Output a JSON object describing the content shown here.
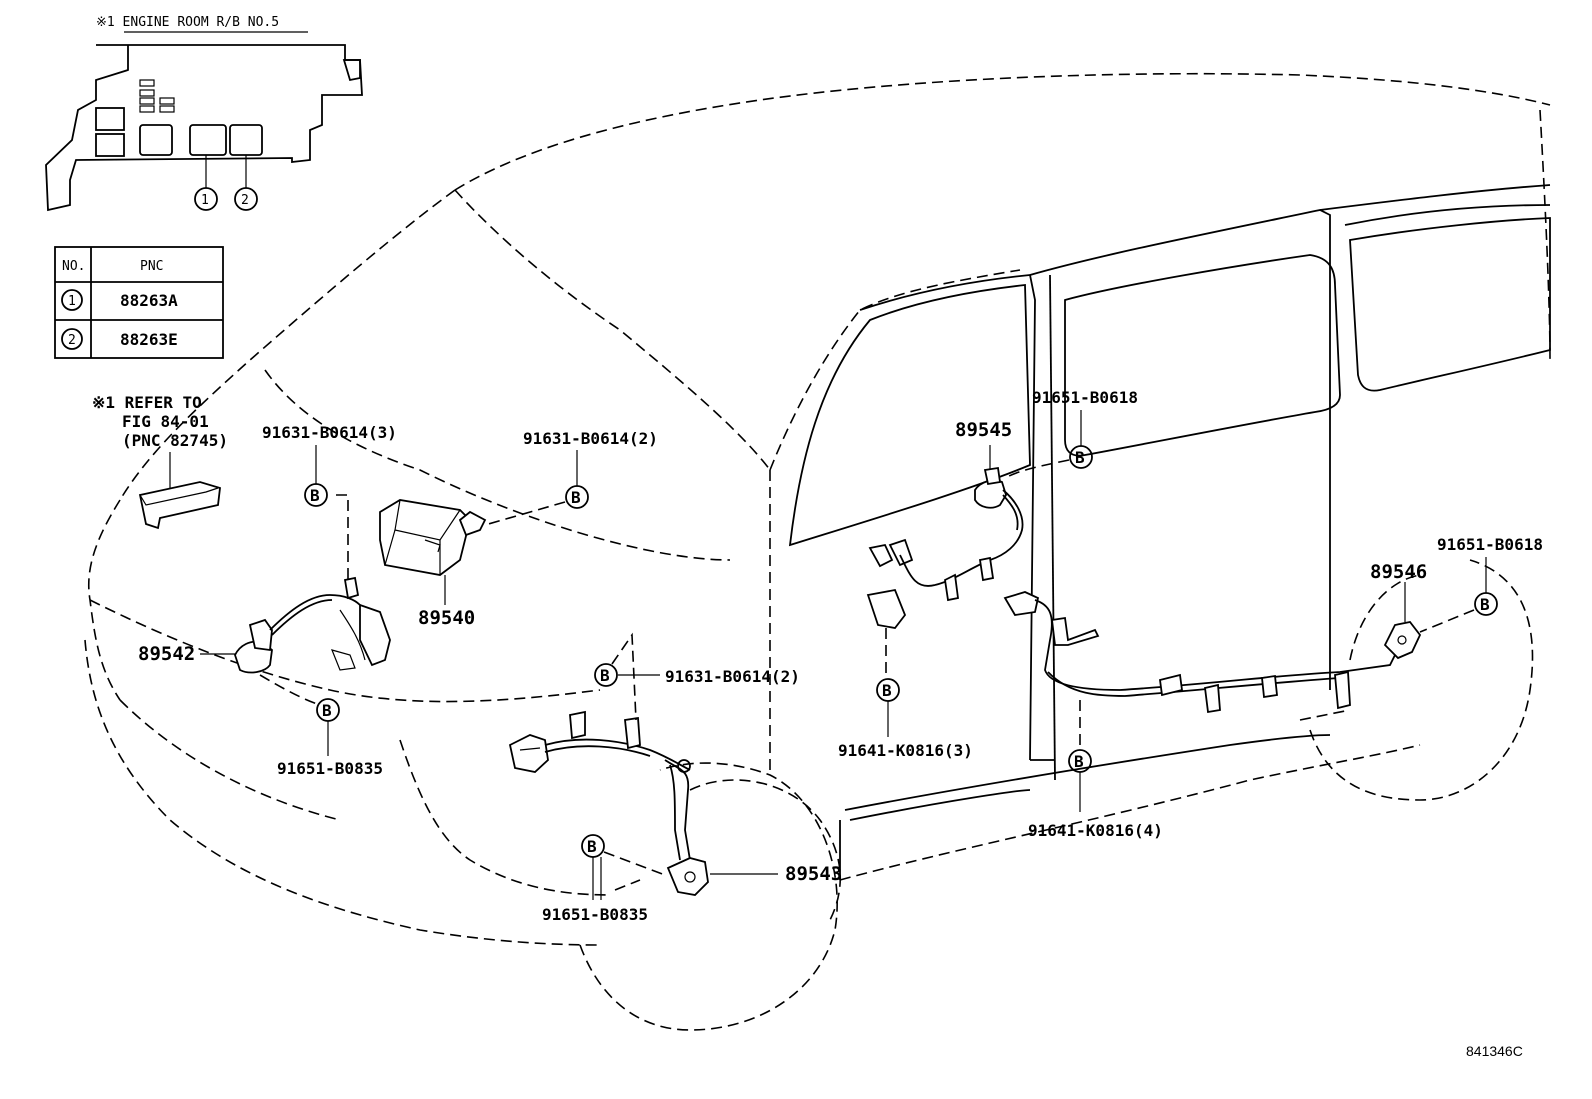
{
  "relay_box_title": "※1 ENGINE ROOM R/B NO.5",
  "table": {
    "headers": [
      "NO.",
      "PNC"
    ],
    "rows": [
      {
        "no": "1",
        "pnc": "88263A"
      },
      {
        "no": "2",
        "pnc": "88263E"
      }
    ]
  },
  "refer_note": {
    "line1": "※1 REFER TO",
    "line2": "FIG 84-01",
    "line3": "(PNC 82745)"
  },
  "bolt_symbol": "B",
  "callouts": {
    "p91631_3": "91631-B0614(3)",
    "p91631_2_top": "91631-B0614(2)",
    "p91631_2_mid": "91631-B0614(2)",
    "p91651_b0835_left": "91651-B0835",
    "p91651_b0835_center": "91651-B0835",
    "p91651_b0618_top": "91651-B0618",
    "p91651_b0618_right": "91651-B0618",
    "p91641_3": "91641-K0816(3)",
    "p91641_4": "91641-K0816(4)",
    "p89540": "89540",
    "p89542": "89542",
    "p89543": "89543",
    "p89545": "89545",
    "p89546": "89546"
  },
  "figure_id": "841346C"
}
